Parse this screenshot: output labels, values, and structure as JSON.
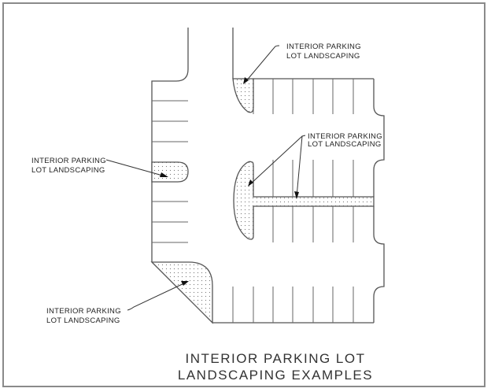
{
  "diagram": {
    "title_line1": "INTERIOR PARKING LOT",
    "title_line2": "LANDSCAPING EXAMPLES",
    "callouts": [
      {
        "id": "top-right",
        "line1": "INTERIOR PARKING",
        "line2": "LOT LANDSCAPING"
      },
      {
        "id": "center",
        "line1": "INTERIOR PARKING",
        "line2": "LOT LANDSCAPING"
      },
      {
        "id": "left",
        "line1": "INTERIOR PARKING",
        "line2": "LOT LANDSCAPING"
      },
      {
        "id": "bottom-left",
        "line1": "INTERIOR PARKING",
        "line2": "LOT LANDSCAPING"
      }
    ],
    "parking": {
      "left_row_stalls": 8,
      "top_row_stalls": 6,
      "middle_double_row_stalls": 6,
      "bottom_row_stalls": 6
    }
  }
}
